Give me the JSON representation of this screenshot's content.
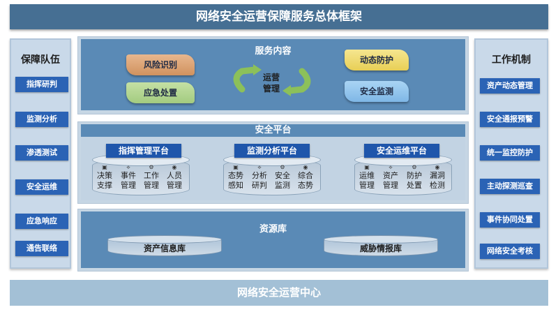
{
  "title": "网络安全运营保障服务总体框架",
  "left_panel": {
    "title": "保障队伍",
    "items": [
      "指挥研判",
      "监测分析",
      "渗透测试",
      "安全运维",
      "应急响应",
      "通告联络"
    ]
  },
  "right_panel": {
    "title": "工作机制",
    "items": [
      "资产动态管理",
      "安全通报预警",
      "统一监控防护",
      "主动探测巡查",
      "事件协同处置",
      "网络安全考核"
    ]
  },
  "service": {
    "title": "服务内容",
    "center_label": "运营管理",
    "risk": "风险识别",
    "emergency": "应急处置",
    "dynamic": "动态防护",
    "monitor": "安全监测"
  },
  "platform": {
    "title": "安全平台",
    "groups": [
      {
        "label": "指挥管理平台",
        "items": [
          "决策支撑",
          "事件管理",
          "工作管理",
          "人员管理"
        ]
      },
      {
        "label": "监测分析平台",
        "items": [
          "态势感知",
          "分析研判",
          "安全监测",
          "综合态势"
        ]
      },
      {
        "label": "安全运维平台",
        "items": [
          "运维管理",
          "资产管理",
          "防护处置",
          "漏洞检测"
        ]
      }
    ]
  },
  "resources": {
    "title": "资源库",
    "asset_db": "资产信息库",
    "threat_db": "威胁情报库"
  },
  "footer": "网络安全运营中心",
  "colors": {
    "title_bg": "#466f93",
    "button_blue": "#2b63b5",
    "panel_blue": "#5a8ab6",
    "arrow_green": "#8cc05a"
  }
}
